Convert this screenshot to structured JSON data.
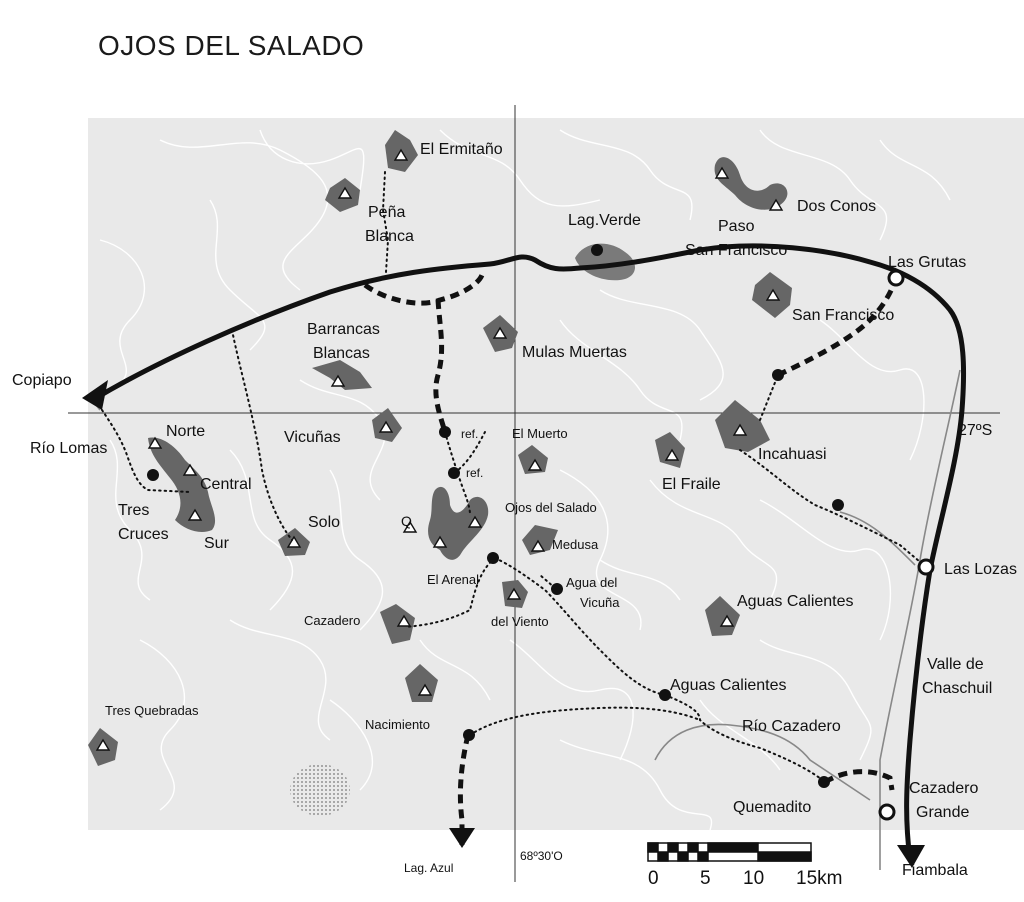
{
  "title": "OJOS DEL SALADO",
  "colors": {
    "background": "#e9e9e9",
    "peak_fill": "#666666",
    "lake_fill": "#7a7a7a",
    "road": "#111111",
    "contour": "#ffffff"
  },
  "places": {
    "el_ermitano": "El Ermitaño",
    "pena": "Peña",
    "blanca": "Blanca",
    "lag_verde": "Lag.Verde",
    "paso": "Paso",
    "san_francisco_paso": "San Francisco",
    "dos_conos": "Dos Conos",
    "las_grutas": "Las Grutas",
    "san_francisco": "San Francisco",
    "barrancas": "Barrancas",
    "blancas": "Blancas",
    "mulas_muertas": "Mulas Muertas",
    "copiapo": "Copiapo",
    "rio_lomas": "Río Lomas",
    "norte": "Norte",
    "vicunas": "Vicuñas",
    "ref1": "ref.",
    "el_muerto": "El Muerto",
    "lat": "27ºS",
    "incahuasi": "Incahuasi",
    "central": "Central",
    "ref2": "ref.",
    "el_fraile": "El Fraile",
    "tres": "Tres",
    "cruces": "Cruces",
    "sur": "Sur",
    "solo": "Solo",
    "ojos_del_salado": "Ojos del Salado",
    "medusa": "Medusa",
    "las_lozas": "Las Lozas",
    "el_arenal": "El Arenal",
    "agua_del": "Agua del",
    "vicuna": "Vicuña",
    "del_viento": "del Viento",
    "cazadero": "Cazadero",
    "aguas_calientes_peak": "Aguas Calientes",
    "valle_de": "Valle de",
    "chaschuil": "Chaschuil",
    "aguas_calientes": "Aguas Calientes",
    "tres_quebradas": "Tres Quebradas",
    "rio_cazadero": "Río Cazadero",
    "nacimiento": "Nacimiento",
    "cazadero2": "Cazadero",
    "grande": "Grande",
    "quemadito": "Quemadito",
    "lag_azul": "Lag. Azul",
    "lon": "68º30'O",
    "fiambala": "Fiambala",
    "q_marker": "Q"
  },
  "scale": {
    "labels": [
      "0",
      "5",
      "10",
      "15km"
    ]
  }
}
